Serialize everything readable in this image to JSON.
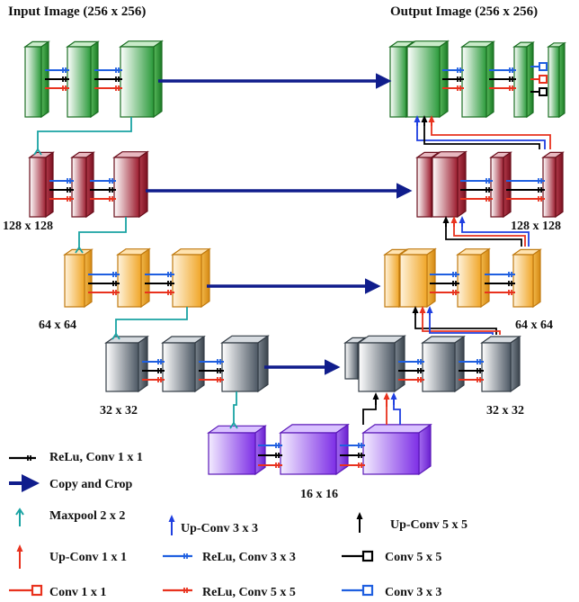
{
  "titles": {
    "input": "Input Image (256 x 256)",
    "output": "Output Image (256 x 256)"
  },
  "resolutions": {
    "r128_left": "128 x 128",
    "r128_right": "128 x 128",
    "r64_left": "64 x 64",
    "r64_right": "64 x 64",
    "r32_left": "32 x 32",
    "r32_right": "32 x 32",
    "r16": "16 x 16"
  },
  "legend": {
    "relu1": "ReLu, Conv 1 x 1",
    "copy": "Copy and Crop",
    "maxpool": "Maxpool 2 x 2",
    "upconv3": "Up-Conv 3 x 3",
    "upconv5": "Up-Conv 5 x 5",
    "upconv1": "Up-Conv 1 x 1",
    "relu3": "ReLu, Conv 3 x 3",
    "conv5": "Conv 5 x 5",
    "conv1": "Conv 1 x 1",
    "relu5": "ReLu, Conv 5 x 5",
    "conv3": "Conv 3 x 3"
  },
  "colors": {
    "level1": "#2e8b2e",
    "level2": "#8b1a2b",
    "level3": "#e69a1e",
    "level4": "#4b5663",
    "level5": "#7a2be0",
    "copy_arrow": "#101d8c",
    "maxpool": "#1aa3a3",
    "relu1": "#000000",
    "relu3": "#1f5fe0",
    "relu5": "#e8321e",
    "upconv3": "#1f3fe0",
    "upconv5": "#000000",
    "upconv1": "#e8321e"
  }
}
